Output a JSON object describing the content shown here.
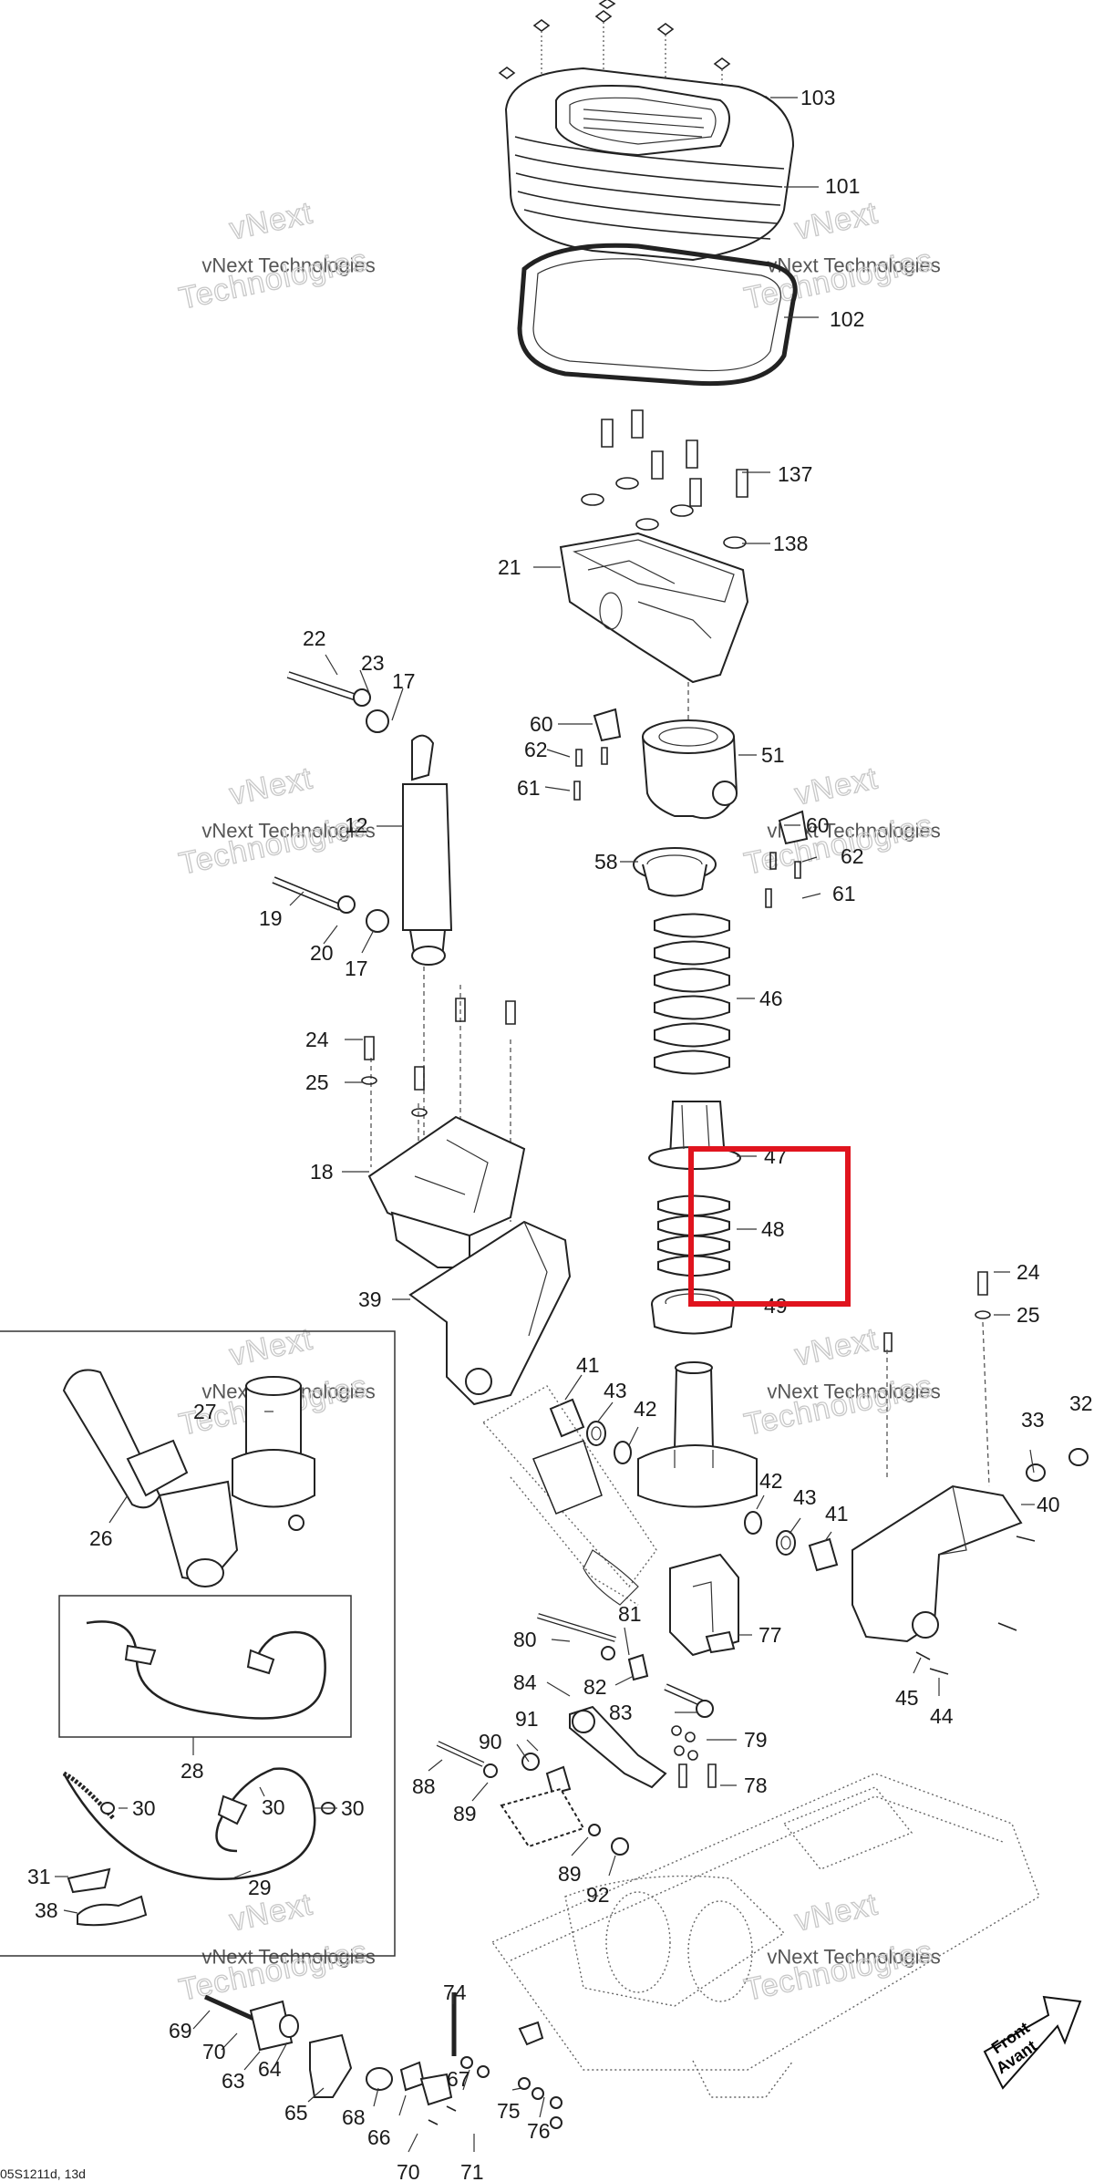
{
  "diagram": {
    "footer_code": "05S1211d, 13d",
    "front_label": [
      "Front",
      "Avant"
    ],
    "highlight_color": "#e0141e",
    "watermarks": [
      {
        "line1": "vNext",
        "line2": "vNext Technologies",
        "line3": "Technologies"
      },
      {
        "line1": "vNext",
        "line2": "vNext Technologies",
        "line3": "Technologies"
      },
      {
        "line1": "vNext",
        "line2": "vNext Technologies",
        "line3": "Technologies"
      },
      {
        "line1": "vNext",
        "line2": "vNext Technologies",
        "line3": "Technologies"
      },
      {
        "line1": "vNext",
        "line2": "vNext Technologies",
        "line3": "Technologies"
      },
      {
        "line1": "vNext",
        "line2": "vNext Technologies",
        "line3": "Technologies"
      },
      {
        "line1": "vNext",
        "line2": "vNext Technologies",
        "line3": "Technologies"
      },
      {
        "line1": "vNext",
        "line2": "vNext Technologies",
        "line3": "Technologies"
      }
    ],
    "callouts": [
      "103",
      "101",
      "102",
      "137",
      "138",
      "21",
      "22",
      "23",
      "17",
      "12",
      "19",
      "20",
      "17",
      "60",
      "62",
      "61",
      "51",
      "60",
      "62",
      "61",
      "58",
      "46",
      "47",
      "48",
      "49",
      "24",
      "25",
      "18",
      "39",
      "24",
      "25",
      "33",
      "32",
      "40",
      "45",
      "44",
      "41",
      "43",
      "42",
      "42",
      "43",
      "41",
      "27",
      "26",
      "28",
      "30",
      "30",
      "30",
      "31",
      "29",
      "38",
      "81",
      "80",
      "82",
      "77",
      "84",
      "83",
      "79",
      "78",
      "91",
      "90",
      "88",
      "89",
      "89",
      "92",
      "74",
      "69",
      "70",
      "63",
      "64",
      "65",
      "68",
      "66",
      "67",
      "75",
      "76",
      "70",
      "71"
    ]
  }
}
